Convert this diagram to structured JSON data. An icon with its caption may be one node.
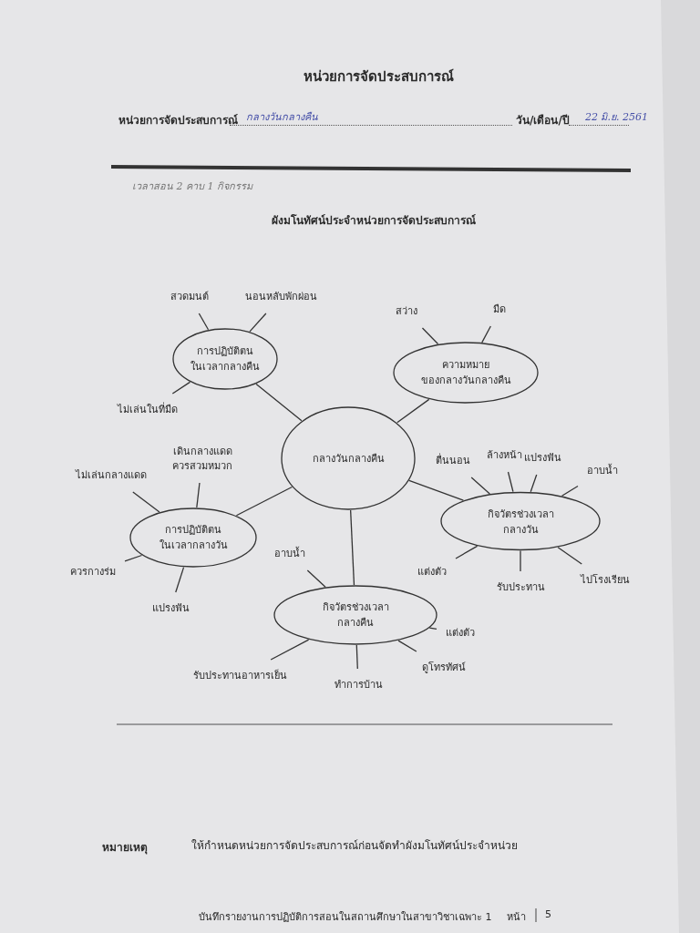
{
  "diagram": {
    "title": "หน่วยการจัดประสบการณ์",
    "nodes": [
      {
        "text": [
          "กลางวันกลางคืน"
        ]
      },
      {
        "text": [
          "การปฏิบัติตน ในเวลากลางคืน"
        ]
      },
      {
        "text": [
          "ความหมาย ของกลางวันกลางคืน"
        ]
      },
      {
        "text": [
          "การปฏิบัติตน ในเวลากลางวัน"
        ]
      },
      {
        "text": [
          "กิจวัตรช่วงเวลา กลางวัน"
        ]
      },
      {
        "text": [
          "กิจวัตรช่วงเวลา กลางคืน"
        ]
      },
      {
        "text": [
          "สวดมนต์"
        ]
      },
      {
        "text": [
          "นอนหลับพักผ่อน"
        ]
      },
      {
        "text": [
          "ไม่เล่นในที่มืด"
        ]
      },
      {
        "text": [
          "สว่าง"
        ]
      },
      {
        "text": [
          "มืด"
        ]
      },
      {
        "text": [
          "เดินกลางแดด ควรสวมหมวก"
        ]
      },
      {
        "text": [
          "ไม่เล่นกลางแดด"
        ]
      },
      {
        "text": [
          "ควรกางร่ม"
        ]
      },
      {
        "text": [
          "แปรงฟัน"
        ]
      },
      {
        "text": [
          "ตื่นนอน"
        ]
      },
      {
        "text": [
          "ล้างหน้า"
        ]
      },
      {
        "text": [
          "แปรงฟัน"
        ]
      },
      {
        "text": [
          "อาบน้ำ"
        ]
      },
      {
        "text": [
          "แต่งตัว"
        ]
      },
      {
        "text": [
          "รับประทาน"
        ]
      },
      {
        "text": [
          "ไปโรงเรียน"
        ]
      },
      {
        "text": [
          "อาบน้ำ"
        ]
      },
      {
        "text": [
          "แต่งตัว"
        ]
      },
      {
        "text": [
          "ดูโทรทัศน์"
        ]
      },
      {
        "text": [
          "ทำการบ้าน"
        ]
      },
      {
        "text": [
          "รับประทานอาหารเย็น"
        ]
      }
    ],
    "edges": [
      {
        "from": 0,
        "to": 1,
        "arrow": "none"
      },
      {
        "from": 0,
        "to": 2,
        "arrow": "none"
      },
      {
        "from": 0,
        "to": 3,
        "arrow": "none"
      },
      {
        "from": 0,
        "to": 4,
        "arrow": "none"
      },
      {
        "from": 0,
        "to": 5,
        "arrow": "none"
      },
      {
        "from": 1,
        "to": 6,
        "arrow": "none"
      },
      {
        "from": 1,
        "to": 7,
        "arrow": "none"
      },
      {
        "from": 1,
        "to": 8,
        "arrow": "none"
      },
      {
        "from": 2,
        "to": 9,
        "arrow": "none"
      },
      {
        "from": 2,
        "to": 10,
        "arrow": "none"
      },
      {
        "from": 3,
        "to": 11,
        "arrow": "none"
      },
      {
        "from": 3,
        "to": 12,
        "arrow": "none"
      },
      {
        "from": 3,
        "to": 13,
        "arrow": "none"
      },
      {
        "from": 3,
        "to": 14,
        "arrow": "none"
      },
      {
        "from": 4,
        "to": 15,
        "arrow": "none"
      },
      {
        "from": 4,
        "to": 16,
        "arrow": "none"
      },
      {
        "from": 4,
        "to": 17,
        "arrow": "none"
      },
      {
        "from": 4,
        "to": 18,
        "arrow": "none"
      },
      {
        "from": 4,
        "to": 19,
        "arrow": "none"
      },
      {
        "from": 4,
        "to": 20,
        "arrow": "none"
      },
      {
        "from": 4,
        "to": 21,
        "arrow": "none"
      },
      {
        "from": 5,
        "to": 22,
        "arrow": "none"
      },
      {
        "from": 5,
        "to": 23,
        "arrow": "none"
      },
      {
        "from": 5,
        "to": 24,
        "arrow": "none"
      },
      {
        "from": 5,
        "to": 25,
        "arrow": "none"
      },
      {
        "from": 5,
        "to": 26,
        "arrow": "none"
      }
    ],
    "labels": [
      "หน่วยการจัดประสบการณ์",
      "กลางวันกลางคืน",
      "วัน/เดือน/ปี",
      "22 มิ.ย. 2561",
      "เวลาสอน 2 คาบ 1 กิจกรรม",
      "ผังมโนทัศน์ประจำหน่วยการจัดประสบการณ์",
      "หมายเหตุ",
      "ให้กำหนดหน่วยการจัดประสบการณ์ก่อนจัดทำผังมโนทัศน์ประจำหน่วย",
      "บันทึกรายงานการปฏิบัติการสอนในสถานศึกษาในสาขาวิชาเฉพาะ 1",
      "หน้า",
      "5"
    ]
  }
}
